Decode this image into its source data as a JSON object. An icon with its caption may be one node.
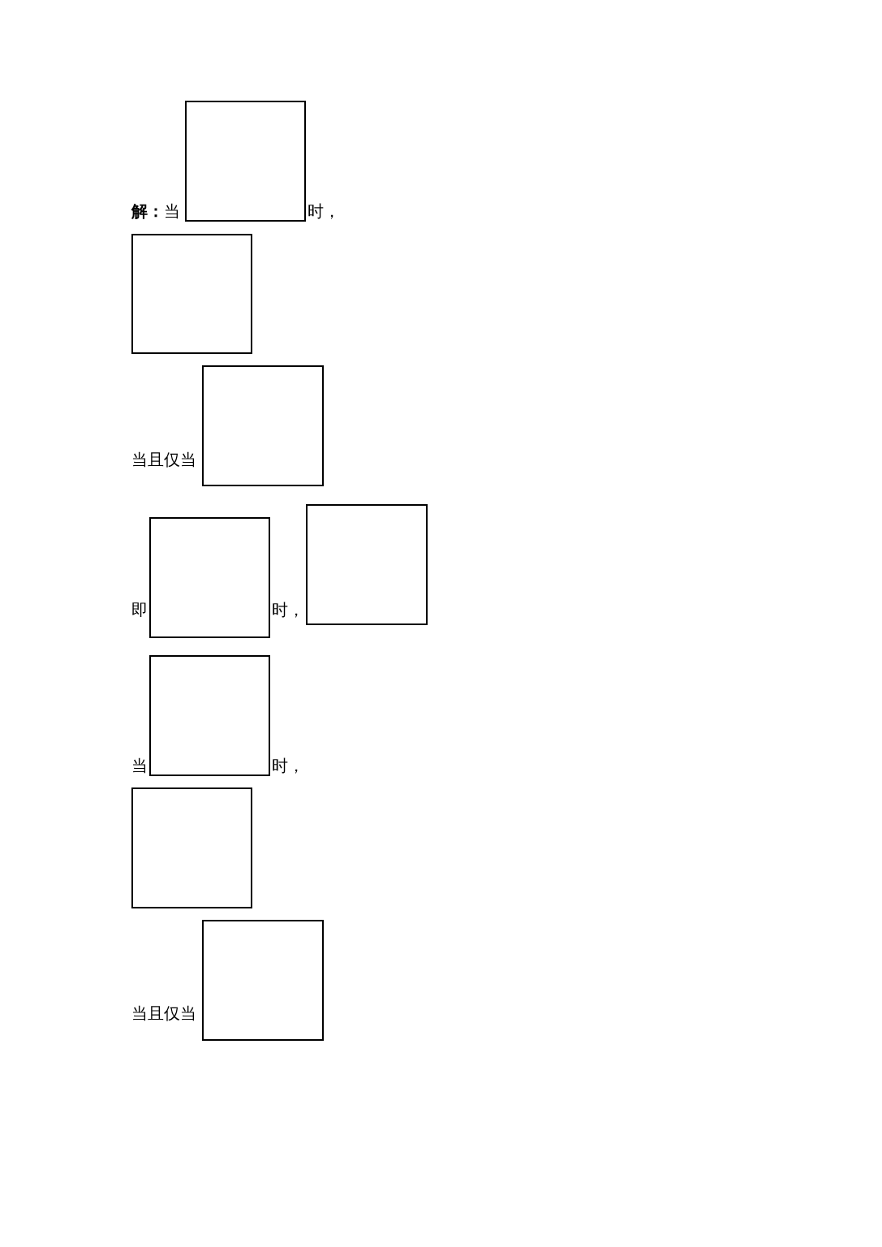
{
  "diagram": {
    "nodes": [
      {
        "text": [],
        "shape": "box"
      },
      {
        "text": [],
        "shape": "box"
      },
      {
        "text": [],
        "shape": "box"
      },
      {
        "text": [],
        "shape": "box"
      },
      {
        "text": [],
        "shape": "box"
      },
      {
        "text": [],
        "shape": "box"
      },
      {
        "text": [],
        "shape": "box"
      },
      {
        "text": [],
        "shape": "box"
      }
    ],
    "labels": [
      "**解：**当",
      "时，",
      "当且仅当",
      "即",
      "时，",
      "当",
      "时，",
      "当且仅当"
    ]
  }
}
